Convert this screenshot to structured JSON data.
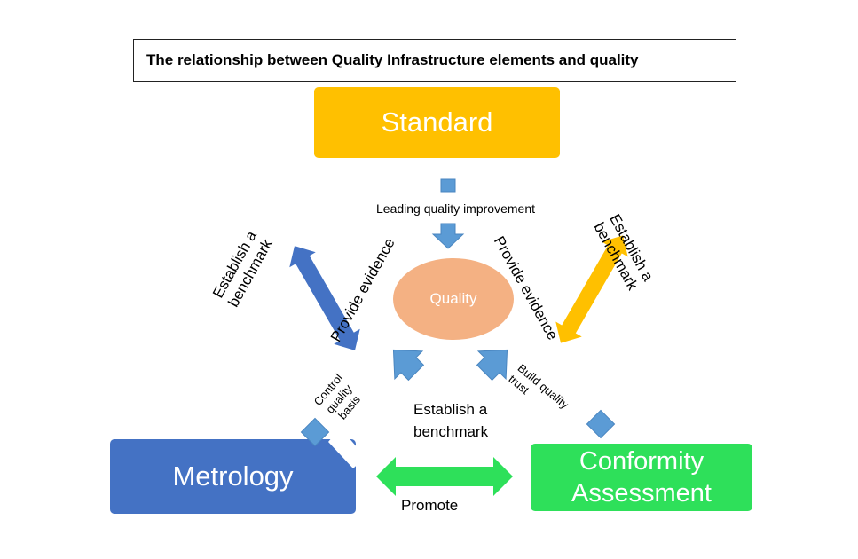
{
  "title": "The relationship between Quality Infrastructure elements and quality",
  "nodes": {
    "standard": "Standard",
    "metrology": "Metrology",
    "conformity_line1": "Conformity",
    "conformity_line2": "Assessment",
    "quality": "Quality"
  },
  "labels": {
    "leading": "Leading quality improvement",
    "left_benchmark_line1": "Establish a",
    "left_benchmark_line2": "benchmark",
    "left_evidence": "Provide evidence",
    "right_evidence": "Provide evidence",
    "right_benchmark_line1": "Establish a",
    "right_benchmark_line2": "benchmark",
    "control_line1": "Control",
    "control_line2": "quality",
    "control_line3": "basis",
    "build_line1": "Build quality",
    "build_line2": "trust",
    "bottom_benchmark_line1": "Establish a",
    "bottom_benchmark_line2": "benchmark",
    "promote": "Promote"
  },
  "colors": {
    "standard": "#ffc000",
    "metrology": "#4472c4",
    "conformity": "#2ee05a",
    "quality": "#f4b183",
    "block_arrow": "#5b9bd5"
  }
}
